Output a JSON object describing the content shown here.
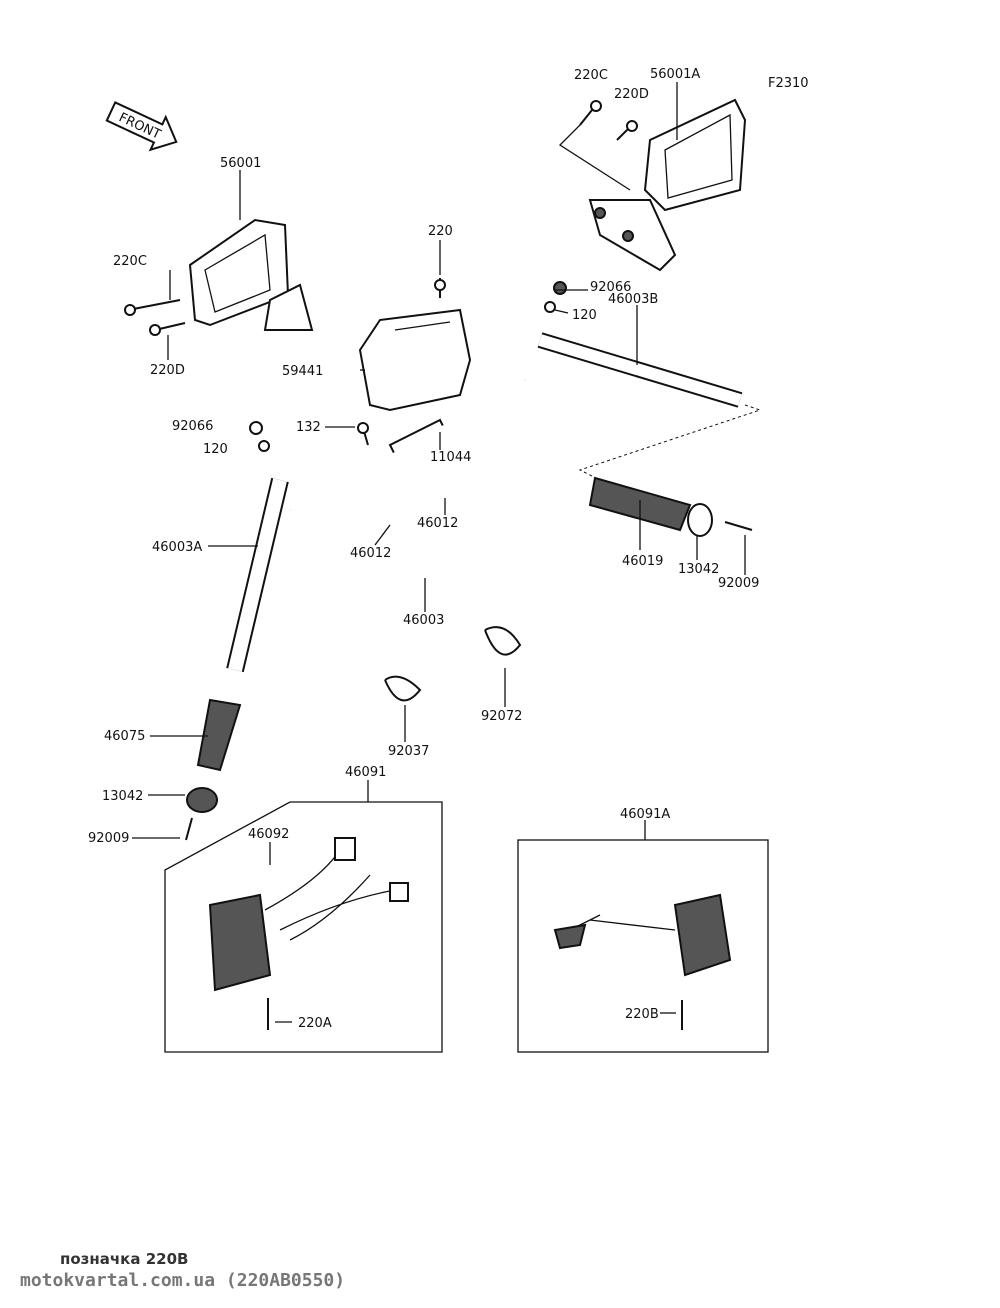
{
  "diagram_code": "F2310",
  "front_arrow": "FRONT",
  "labels": {
    "l220c_top": "220C",
    "l56001a": "56001A",
    "l220d_top": "220D",
    "l56001": "56001",
    "l220": "220",
    "l220c_left": "220C",
    "l220d_left": "220D",
    "l92066_right": "92066",
    "l120_right": "120",
    "l46003b": "46003B",
    "l59441": "59441",
    "l92066_left": "92066",
    "l132": "132",
    "l11044": "11044",
    "l120_left": "120",
    "l46012_right": "46012",
    "l46012_left": "46012",
    "l46003a": "46003A",
    "l46019": "46019",
    "l13042_right": "13042",
    "l92009_right": "92009",
    "l46003": "46003",
    "l92072": "92072",
    "l92037": "92037",
    "l46075": "46075",
    "l46091": "46091",
    "l13042_left": "13042",
    "l46092": "46092",
    "l92009_left": "92009",
    "l46091a": "46091A",
    "l220a": "220A",
    "l220b": "220B"
  },
  "footer": {
    "note": "позначка 220B",
    "source": "motokvartal.com.ua (220AB0550)"
  }
}
